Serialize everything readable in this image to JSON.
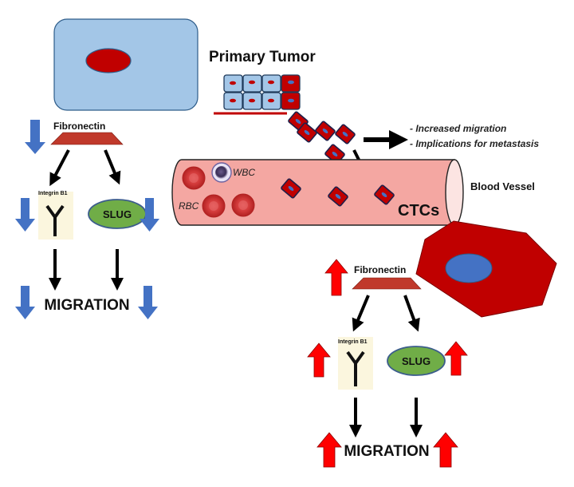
{
  "title": "Primary Tumor",
  "notes": [
    "- Increased migration",
    "- Implications for metastasis"
  ],
  "vessel": {
    "label": "Blood Vessel",
    "wbc": "WBC",
    "rbc": "RBC",
    "ctcs": "CTCs"
  },
  "left_panel": {
    "fibronectin": "Fibronectin",
    "integrin": "Integrin B1",
    "slug": "SLUG",
    "migration": "MIGRATION",
    "direction": "down"
  },
  "right_panel": {
    "fibronectin": "Fibronectin",
    "integrin": "Integrin B1",
    "slug": "SLUG",
    "migration": "MIGRATION",
    "direction": "up"
  },
  "colors": {
    "cell_blue": "#a3c6e7",
    "nucleus_red": "#c00000",
    "tumor_red": "#c00000",
    "vessel_pink": "#f4a7a2",
    "slug_green": "#70ad47",
    "down_arrow": "#4472c4",
    "up_arrow": "#ff0000",
    "fibronectin": "#c0392b"
  }
}
